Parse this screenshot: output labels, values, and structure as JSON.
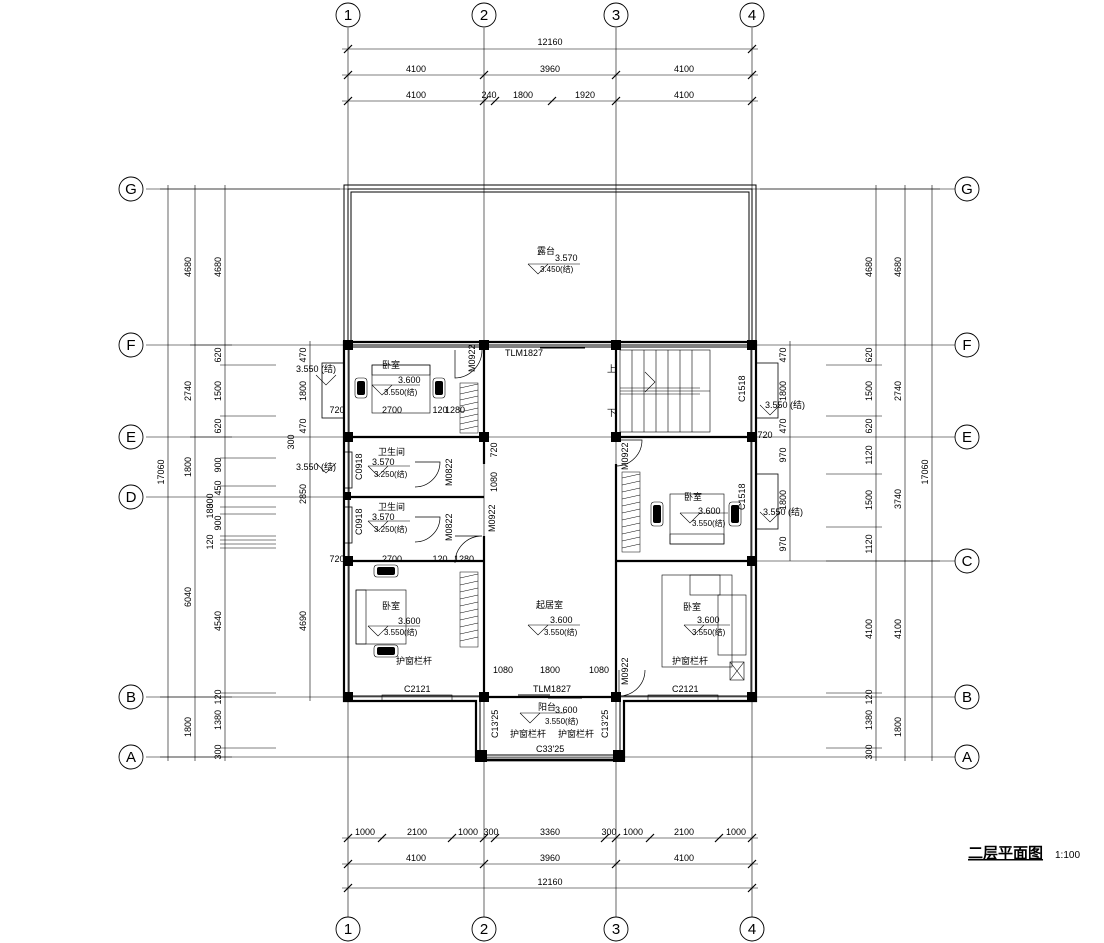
{
  "axes": {
    "columns": [
      "1",
      "2",
      "3",
      "4"
    ],
    "rows": [
      "G",
      "F",
      "E",
      "D",
      "C",
      "B",
      "A"
    ]
  },
  "dimensions": {
    "top_total": "12160",
    "top_bays": [
      "4100",
      "3960",
      "4100"
    ],
    "top_detail": [
      "4100",
      "240",
      "1800",
      "1920",
      "4100"
    ],
    "bottom_detail": [
      "1000",
      "2100",
      "1000",
      "300",
      "3360",
      "300",
      "1000",
      "2100",
      "1000"
    ],
    "bottom_bays": [
      "4100",
      "3960",
      "4100"
    ],
    "bottom_total": "12160",
    "left_total": "17060",
    "left_outer": [
      "4680",
      "2740",
      "1800",
      "6040",
      "1800"
    ],
    "left_inner": [
      "4680",
      "620",
      "1500",
      "620",
      "900",
      "450",
      "300",
      "180",
      "900",
      "120",
      "4540",
      "120",
      "1380",
      "300"
    ],
    "left_room": [
      "470",
      "1800",
      "470",
      "300",
      "2850",
      "4690"
    ],
    "right_total": "17060",
    "right_outer": [
      "4680",
      "2740",
      "3740",
      "4100",
      "1800"
    ],
    "right_inner": [
      "4680",
      "620",
      "1500",
      "620",
      "1120",
      "1500",
      "1120",
      "4100",
      "120",
      "1380",
      "300"
    ],
    "right_room": [
      "470",
      "1800",
      "470",
      "970",
      "1800",
      "970"
    ],
    "interior": [
      "720",
      "2700",
      "120",
      "1280",
      "720",
      "2700",
      "120",
      "1280",
      "720",
      "1080",
      "1080",
      "1800",
      "1080",
      "720"
    ]
  },
  "rooms": [
    {
      "name": "露台",
      "elev": "3.570",
      "sub": "3.450(结)"
    },
    {
      "name": "卧室",
      "elev": "3.600",
      "sub": "3.550(结)"
    },
    {
      "name": "卫生间",
      "elev": "3.570",
      "sub": "3.250(结)"
    },
    {
      "name": "卫生间",
      "elev": "3.570",
      "sub": "3.250(结)"
    },
    {
      "name": "卧室",
      "elev": "3.600",
      "sub": "3.550(结)"
    },
    {
      "name": "起居室",
      "elev": "3.600",
      "sub": "3.550(结)"
    },
    {
      "name": "卧室",
      "elev": "3.600",
      "sub": "3.550(结)"
    },
    {
      "name": "卧室",
      "elev": "3.600",
      "sub": "3.550(结)"
    },
    {
      "name": "阳台",
      "elev": "3.600",
      "sub": "3.550(结)"
    }
  ],
  "openings": [
    "TLM1827",
    "M0922",
    "M0822",
    "M0822",
    "M0922",
    "M0922",
    "M0922",
    "TLM1827",
    "C0918",
    "C0918",
    "C1518",
    "C1518",
    "C2121",
    "C2121",
    "C13'25",
    "C13'25",
    "C33'25"
  ],
  "bay_window_levels": [
    "3.550 (结)",
    "3.550 (结)",
    "3.550 (结)",
    "3.550 (结)"
  ],
  "notes": [
    "护窗栏杆",
    "护窗栏杆",
    "护窗栏杆",
    "护窗栏杆"
  ],
  "stairs": {
    "up": "上",
    "down": "下"
  },
  "title": "二层平面图",
  "scale": "1:100"
}
